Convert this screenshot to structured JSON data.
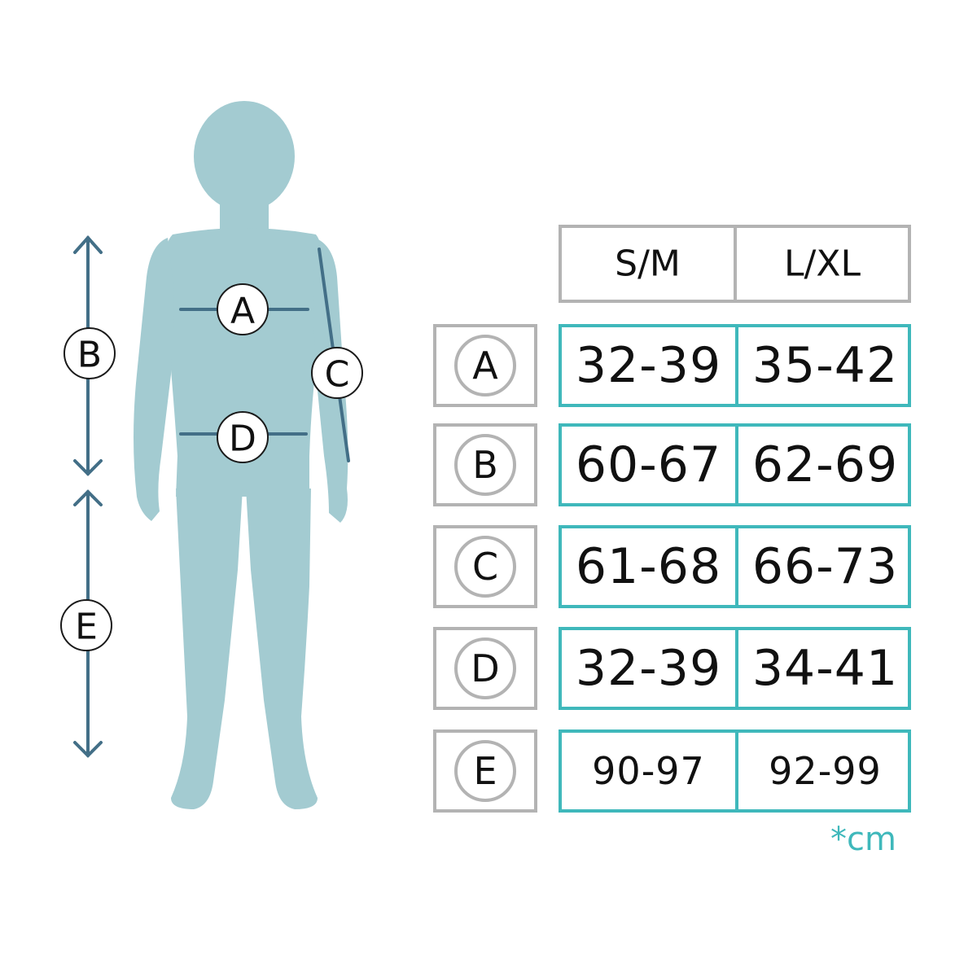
{
  "colors": {
    "silhouette": "#a3cbd1",
    "measure_line": "#436f87",
    "table_header_border": "#b3b3b3",
    "table_value_border": "#3fb8bb",
    "unit_text": "#3fb8bb"
  },
  "figure": {
    "callouts": {
      "a": "A",
      "b": "B",
      "c": "C",
      "d": "D",
      "e": "E"
    }
  },
  "table": {
    "headers": [
      "S/M",
      "L/XL"
    ],
    "rows": [
      {
        "label": "A",
        "sm": "32-39",
        "lxl": "35-42"
      },
      {
        "label": "B",
        "sm": "60-67",
        "lxl": "62-69"
      },
      {
        "label": "C",
        "sm": "61-68",
        "lxl": "66-73"
      },
      {
        "label": "D",
        "sm": "32-39",
        "lxl": "34-41"
      },
      {
        "label": "E",
        "sm": "90-97",
        "lxl": "92-99"
      }
    ],
    "unit_note": "*cm"
  }
}
